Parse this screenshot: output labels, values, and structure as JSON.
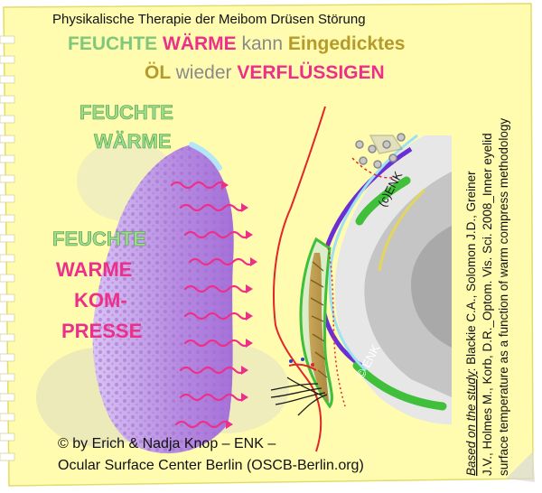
{
  "header": {
    "line1": "Physikalische Therapie der Meibom Drüsen Störung",
    "line2": [
      {
        "text": "FEUCHTE ",
        "color": "#7fc77a"
      },
      {
        "text": "WÄRME ",
        "color": "#ee2f8a"
      },
      {
        "text": "kann ",
        "color": "#8a8a8a"
      },
      {
        "text": "Eingedicktes",
        "color": "#b59a2c"
      }
    ],
    "line3": [
      {
        "text": "ÖL ",
        "color": "#b59a2c"
      },
      {
        "text": "wieder ",
        "color": "#8a8a8a"
      },
      {
        "text": "VERFLÜSSIGEN",
        "color": "#ee2f8a"
      }
    ]
  },
  "labels": {
    "feuchte_top": "FEUCHTE",
    "waerme_top": "WÄRME",
    "feuchte_mid": "FEUCHTE",
    "warme": "WARME",
    "kom": "KOM-",
    "presse": "PRESSE",
    "copyright_top": "(c)ENK",
    "copyright_bottom": "© ENK"
  },
  "credit": {
    "line1": "© by Erich & Nadja Knop – ENK –",
    "line2": "Ocular Surface Center Berlin (OSCB-Berlin.org)"
  },
  "side_text": {
    "line1_label": "Based on the study",
    "line1_rest": ": Blackie C.A., Solomon J.D., Greiner",
    "line2": "J.V., Holmes M., Korb, D.R._Optom. Vis. Sci. 2008_Inner eyelid",
    "line3": "surface temperature as a function of warm compress methodology"
  },
  "colors": {
    "background": "#fffcb0",
    "green": "#7fc77a",
    "pink": "#ee2f8a",
    "olive": "#b59a2c",
    "grey": "#8a8a8a",
    "purple_compress": "#b98be0",
    "red_line": "#e0262b"
  }
}
